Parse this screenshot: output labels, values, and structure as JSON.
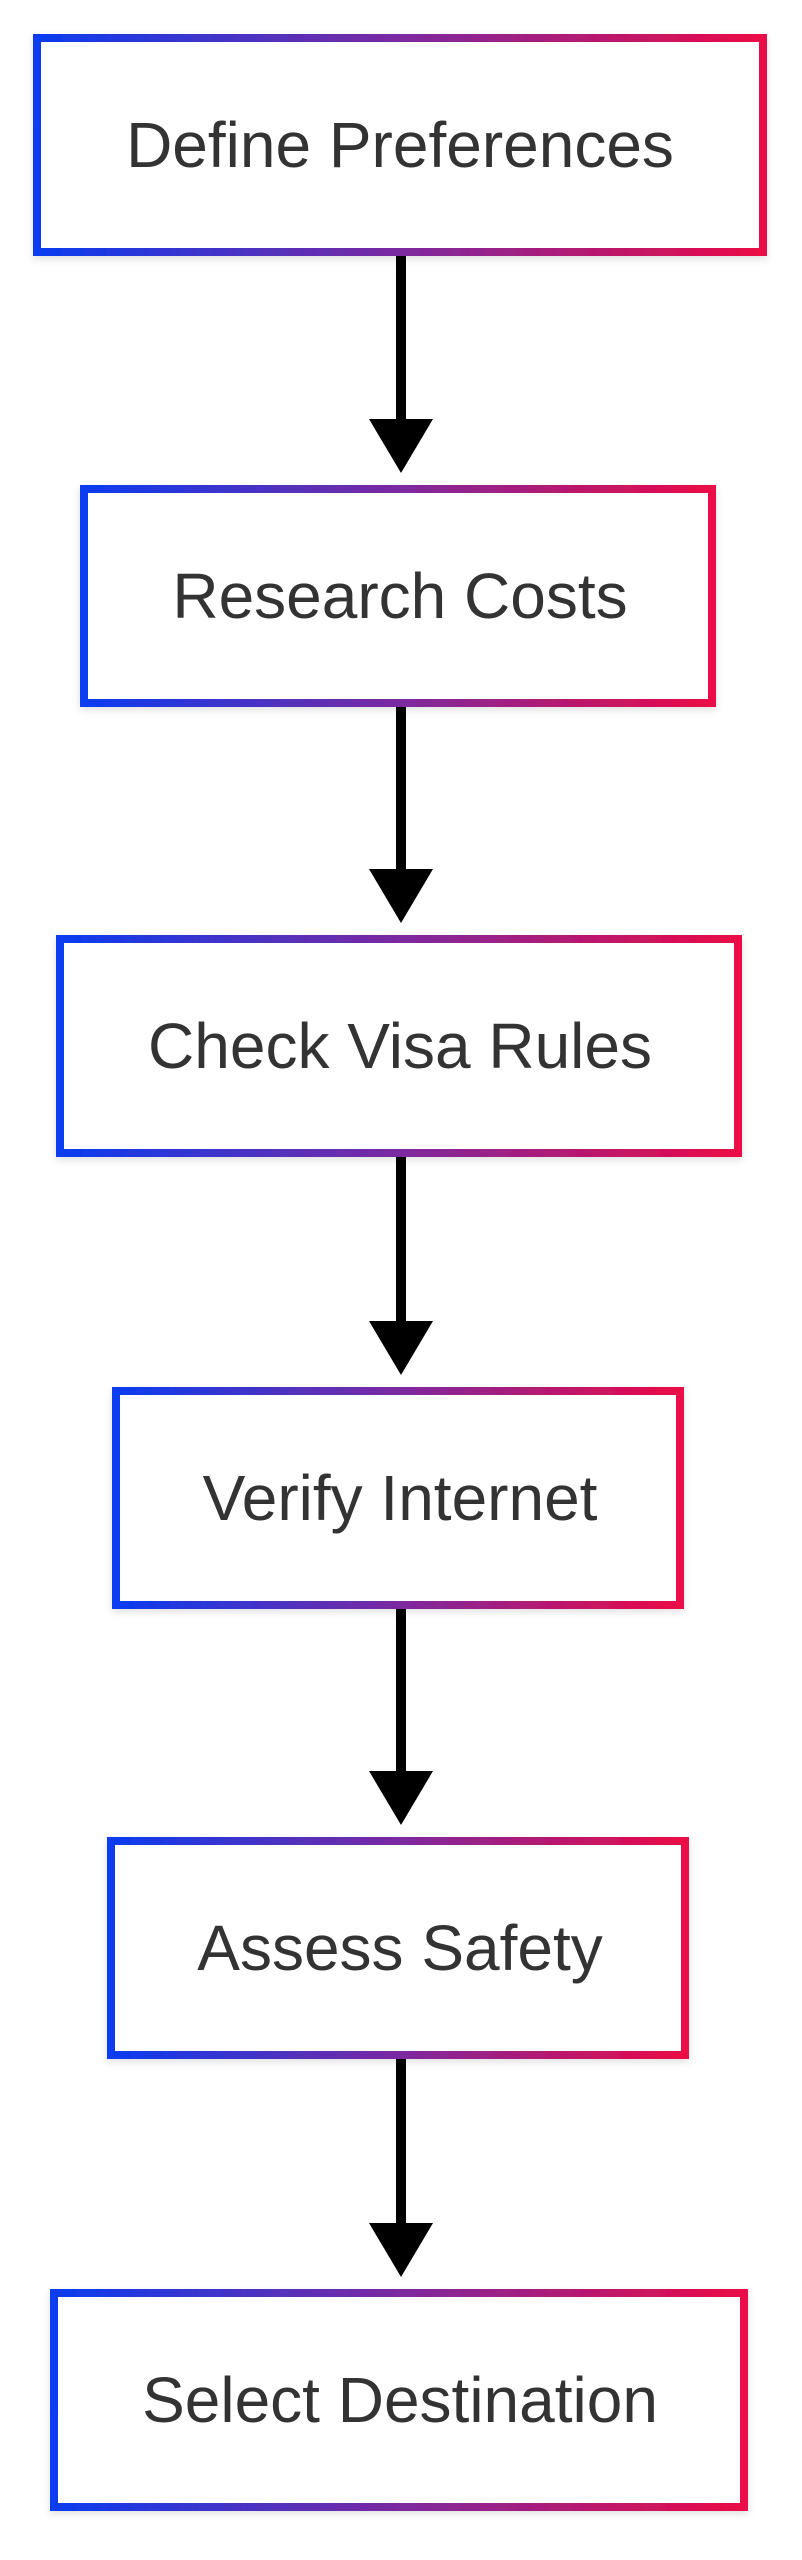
{
  "diagram": {
    "type": "flowchart",
    "direction": "top-to-bottom",
    "colors": {
      "border_start": "#0a3cf0",
      "border_mid": "#7b2aa0",
      "border_end": "#eb0a46",
      "text": "#333333",
      "arrow": "#000000",
      "background": "#ffffff"
    },
    "nodes": [
      {
        "id": "n1",
        "label": "Define Preferences"
      },
      {
        "id": "n2",
        "label": "Research Costs"
      },
      {
        "id": "n3",
        "label": "Check Visa Rules"
      },
      {
        "id": "n4",
        "label": "Verify Internet"
      },
      {
        "id": "n5",
        "label": "Assess Safety"
      },
      {
        "id": "n6",
        "label": "Select Destination"
      }
    ],
    "edges": [
      {
        "from": "n1",
        "to": "n2"
      },
      {
        "from": "n2",
        "to": "n3"
      },
      {
        "from": "n3",
        "to": "n4"
      },
      {
        "from": "n4",
        "to": "n5"
      },
      {
        "from": "n5",
        "to": "n6"
      }
    ]
  }
}
